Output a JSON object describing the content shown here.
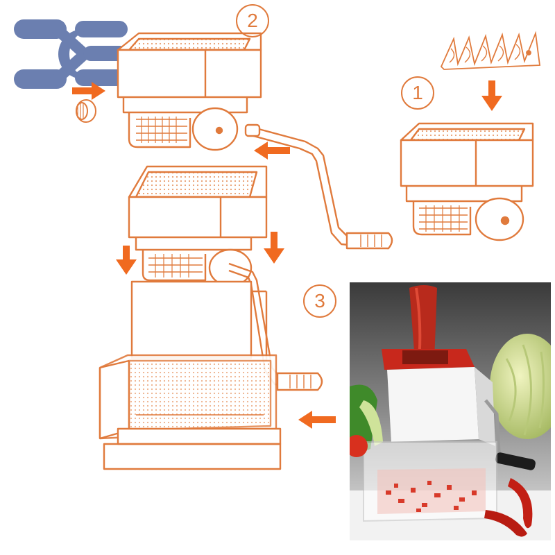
{
  "steps": [
    {
      "id": "s2",
      "label": "2"
    },
    {
      "id": "s1",
      "label": "1"
    },
    {
      "id": "s3",
      "label": "3"
    }
  ],
  "colors": {
    "line": "#e07a3c",
    "arrow": "#f06a20",
    "logo": "#6b7fb0",
    "photo_red": "#c8281c",
    "photo_bg": "#8f8f8f",
    "cabbage": "#c9d98a"
  },
  "icons": [
    "brand-logo-icon",
    "arrow-right-icon",
    "arrow-down-icon",
    "crank-handle-icon",
    "blade-set-icon"
  ]
}
